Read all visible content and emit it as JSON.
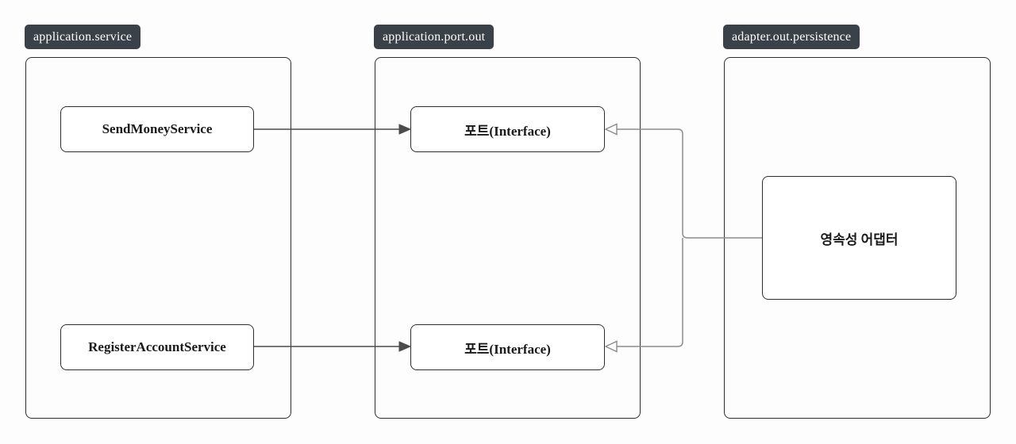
{
  "diagram": {
    "groups": [
      {
        "label": "application.service",
        "nodes": [
          "SendMoneyService",
          "RegisterAccountService"
        ]
      },
      {
        "label": "application.port.out",
        "nodes": [
          "포트(Interface)",
          "포트(Interface)"
        ]
      },
      {
        "label": "adapter.out.persistence",
        "nodes": [
          "영속성 어댑터"
        ]
      }
    ],
    "edges": [
      {
        "from": "SendMoneyService",
        "to": "포트(Interface) (top)",
        "arrow": "filled"
      },
      {
        "from": "RegisterAccountService",
        "to": "포트(Interface) (bottom)",
        "arrow": "filled"
      },
      {
        "from": "영속성 어댑터",
        "to": "포트(Interface) (top)",
        "arrow": "open"
      },
      {
        "from": "영속성 어댑터",
        "to": "포트(Interface) (bottom)",
        "arrow": "open"
      }
    ],
    "colors": {
      "background": "#fdfdfd",
      "badge_bg": "#3a4149",
      "badge_text": "#ffffff",
      "node_border": "#2d2d2d",
      "node_bg": "#ffffff",
      "node_text": "#1a1a1a",
      "edge_solid": "#4b4b4b",
      "edge_open": "#8c8c8c"
    }
  }
}
